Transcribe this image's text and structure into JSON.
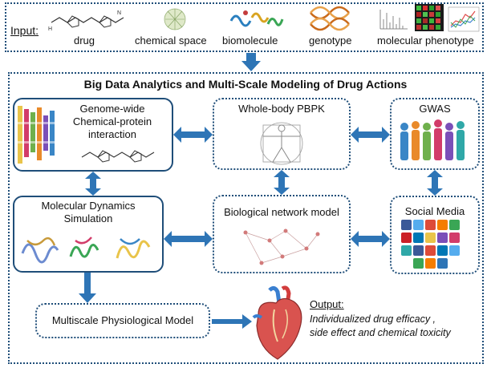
{
  "input": {
    "title": "Input:",
    "items": [
      "drug",
      "chemical space",
      "biomolecule",
      "genotype",
      "molecular phenotype"
    ]
  },
  "main_title": "Big Data Analytics and Multi-Scale Modeling of Drug Actions",
  "boxes": {
    "chem_protein": "Genome-wide Chemical-protein interaction",
    "pbpk": "Whole-body PBPK",
    "gwas": "GWAS",
    "md": "Molecular Dynamics Simulation",
    "bio_network": "Biological network model",
    "social": "Social Media",
    "multiscale": "Multiscale Physiological Model"
  },
  "output": {
    "title": "Output:",
    "line1": "Individualized  drug efficacy ,",
    "line2": "side effect and chemical toxicity"
  }
}
